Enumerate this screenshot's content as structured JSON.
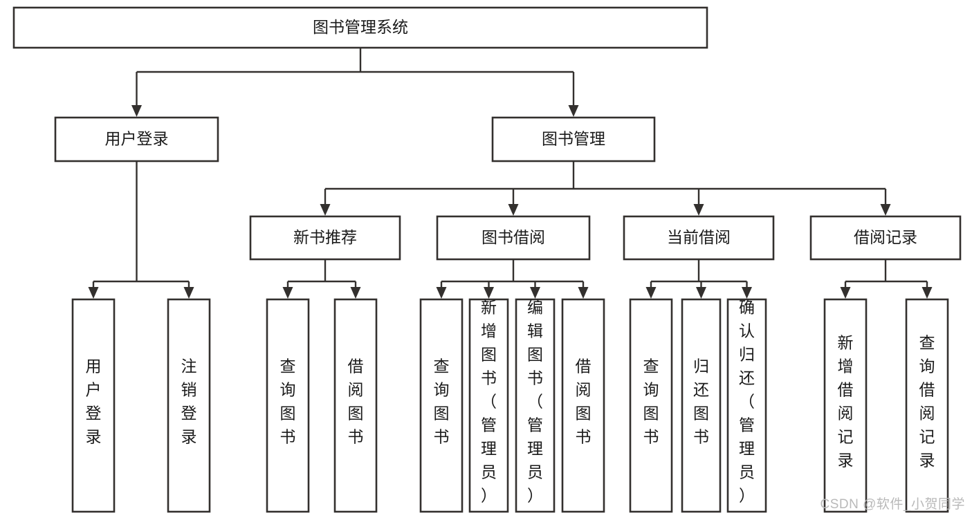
{
  "diagram": {
    "title": "图书管理系统",
    "type": "hierarchy-tree",
    "watermark": "CSDN @软件_小贺同学",
    "colors": {
      "stroke": "#33302e",
      "fill": "#ffffff",
      "text": "#1a1a1a",
      "watermark": "#b9b9b9"
    },
    "root": {
      "id": "root",
      "label": "图书管理系统"
    },
    "level2": [
      {
        "id": "user-login",
        "label": "用户登录"
      },
      {
        "id": "book-manage",
        "label": "图书管理"
      }
    ],
    "level3": [
      {
        "id": "new-book-recommend",
        "label": "新书推荐",
        "parent": "book-manage"
      },
      {
        "id": "book-borrow",
        "label": "图书借阅",
        "parent": "book-manage"
      },
      {
        "id": "current-borrow",
        "label": "当前借阅",
        "parent": "book-manage"
      },
      {
        "id": "borrow-record",
        "label": "借阅记录",
        "parent": "book-manage"
      }
    ],
    "leaves": [
      {
        "id": "leaf-user-login",
        "label": "用户登录",
        "parent": "user-login"
      },
      {
        "id": "leaf-logout",
        "label": "注销登录",
        "parent": "user-login"
      },
      {
        "id": "leaf-query-book-1",
        "label": "查询图书",
        "parent": "new-book-recommend"
      },
      {
        "id": "leaf-borrow-book-1",
        "label": "借阅图书",
        "parent": "new-book-recommend"
      },
      {
        "id": "leaf-query-book-2",
        "label": "查询图书",
        "parent": "book-borrow"
      },
      {
        "id": "leaf-add-book",
        "label": "新增图书（管理员）",
        "parent": "book-borrow"
      },
      {
        "id": "leaf-edit-book",
        "label": "编辑图书（管理员）",
        "parent": "book-borrow"
      },
      {
        "id": "leaf-borrow-book-2",
        "label": "借阅图书",
        "parent": "book-borrow"
      },
      {
        "id": "leaf-query-book-3",
        "label": "查询图书",
        "parent": "current-borrow"
      },
      {
        "id": "leaf-return-book",
        "label": "归还图书",
        "parent": "current-borrow"
      },
      {
        "id": "leaf-confirm-return",
        "label": "确认归还（管理员）",
        "parent": "current-borrow"
      },
      {
        "id": "leaf-add-record",
        "label": "新增借阅记录",
        "parent": "borrow-record"
      },
      {
        "id": "leaf-query-record",
        "label": "查询借阅记录",
        "parent": "borrow-record"
      }
    ]
  }
}
